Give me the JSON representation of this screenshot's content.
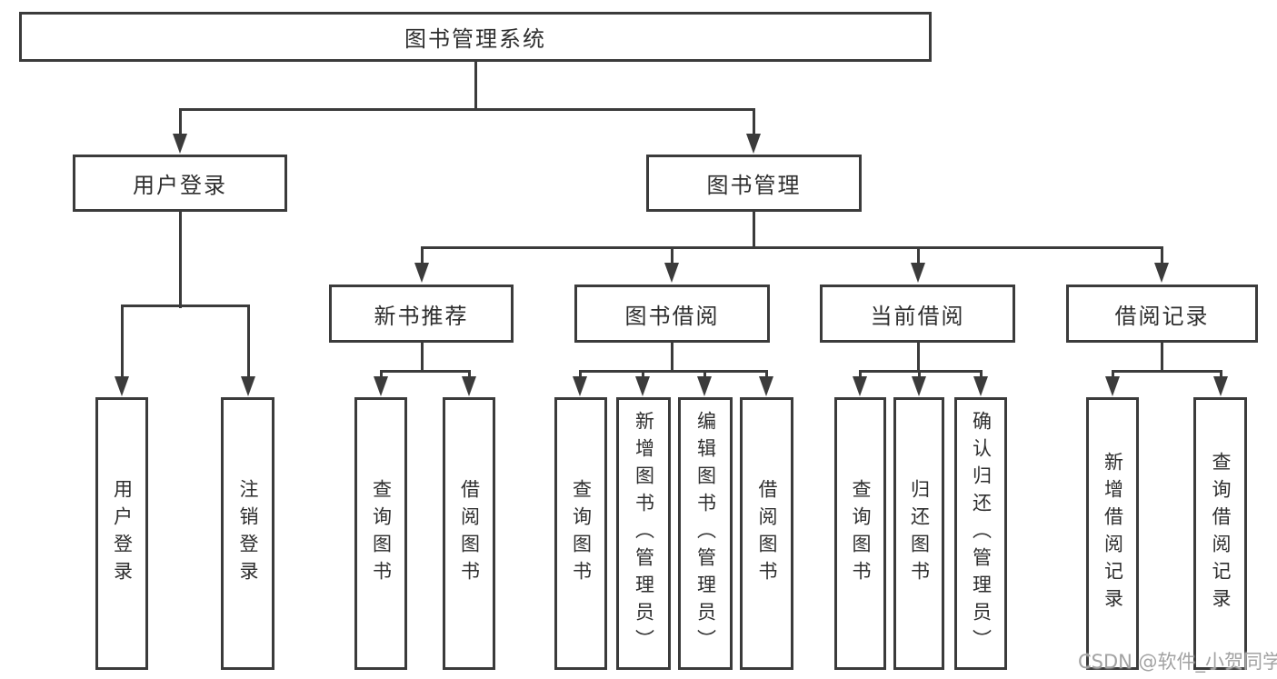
{
  "colors": {
    "line": "#3b3b3b",
    "box_border": "#3b3b3b",
    "box_fill": "#ffffff",
    "text": "#2e2e2e",
    "watermark": "#a2a2a2"
  },
  "watermark": "CSDN @软件_小贺同学",
  "tree": {
    "root": "图书管理系统",
    "branches": [
      {
        "label": "用户登录",
        "leaves": [
          "用户登录",
          "注销登录"
        ]
      },
      {
        "label": "图书管理",
        "groups": [
          {
            "label": "新书推荐",
            "leaves": [
              "查询图书",
              "借阅图书"
            ]
          },
          {
            "label": "图书借阅",
            "leaves": [
              "查询图书",
              "新增图书（管理员）",
              "编辑图书（管理员）",
              "借阅图书"
            ]
          },
          {
            "label": "当前借阅",
            "leaves": [
              "查询图书",
              "归还图书",
              "确认归还（管理员）"
            ]
          },
          {
            "label": "借阅记录",
            "leaves": [
              "新增借阅记录",
              "查询借阅记录"
            ]
          }
        ]
      }
    ]
  }
}
